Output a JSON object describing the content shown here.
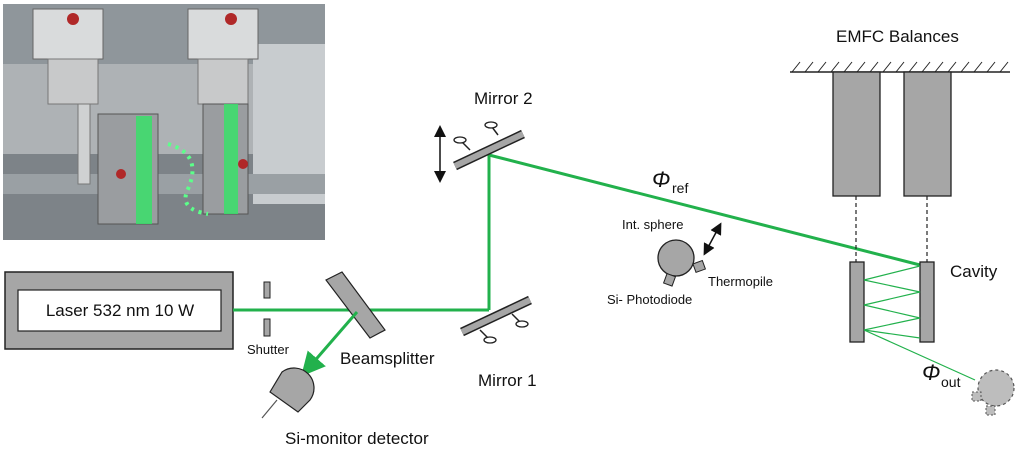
{
  "labels": {
    "laser": "Laser 532 nm 10 W",
    "shutter": "Shutter",
    "beamsplitter": "Beamsplitter",
    "si_monitor": "Si-monitor detector",
    "mirror1": "Mirror 1",
    "mirror2": "Mirror 2",
    "phi_ref": "Φ",
    "phi_ref_sub": "ref",
    "phi_out": "Φ",
    "phi_out_sub": "out",
    "int_sphere": "Int. sphere",
    "thermopile": "Thermopile",
    "si_photodiode": "Si- Photodiode",
    "emfc": "EMFC Balances",
    "cavity": "Cavity"
  },
  "colors": {
    "beam": "#22b14c",
    "component_fill": "#a6a6a6",
    "outline": "#111111"
  }
}
